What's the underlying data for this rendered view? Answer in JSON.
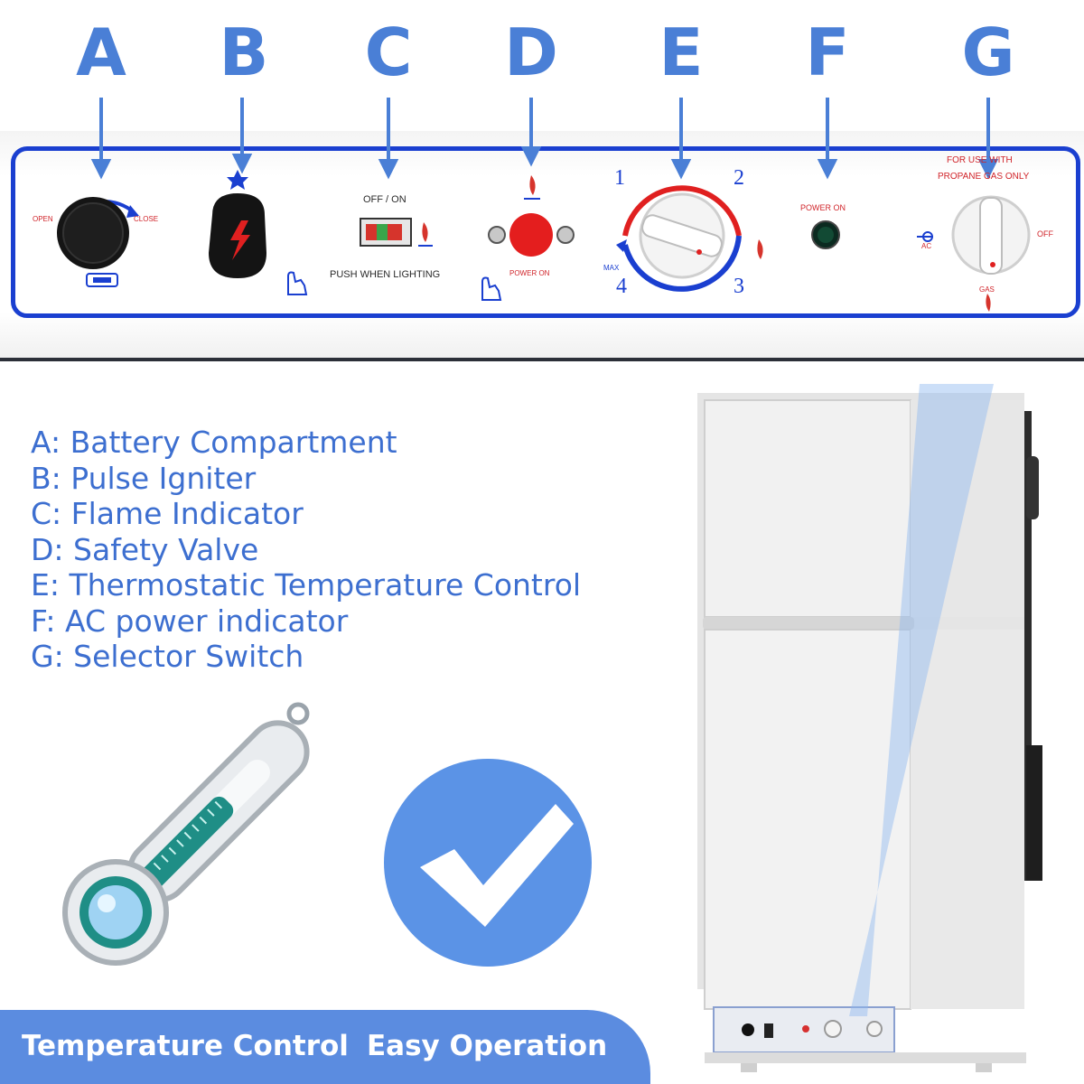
{
  "letters": [
    "A",
    "B",
    "C",
    "D",
    "E",
    "F",
    "G"
  ],
  "panel": {
    "open": "OPEN",
    "close": "CLOSE",
    "off_on": "OFF / ON",
    "push_when_lighting": "PUSH  WHEN   LIGHTING",
    "power_on_d": "POWER ON",
    "dial_1": "1",
    "dial_2": "2",
    "dial_3": "3",
    "dial_4": "4",
    "max": "MAX",
    "power_on_f": "POWER ON",
    "propane_line1": "FOR USE WITH",
    "propane_line2": "PROPANE GAS ONLY",
    "ac": "AC",
    "off": "OFF",
    "gas": "GAS"
  },
  "legend": [
    "A: Battery Compartment",
    "B: Pulse Igniter",
    "C: Flame Indicator",
    "D: Safety Valve",
    "E: Thermostatic Temperature Control",
    "F: AC power indicator",
    "G: Selector Switch"
  ],
  "features": {
    "temperature_control": "Temperature Control",
    "easy_operation": "Easy Operation"
  },
  "colors": {
    "accent_blue": "#4a7fd6",
    "frame_blue": "#1a3fd0",
    "warning_red": "#d0242a"
  }
}
